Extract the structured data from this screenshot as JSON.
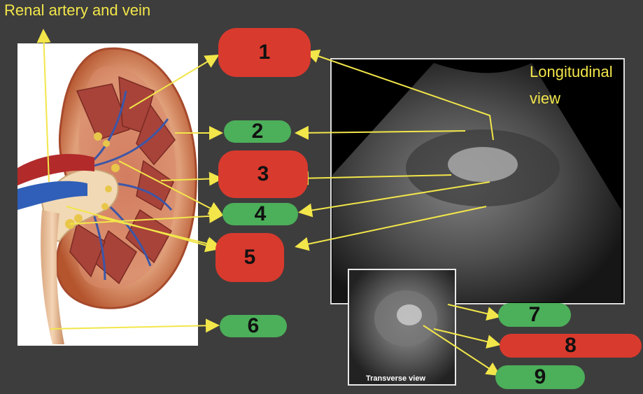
{
  "title": "Renal artery and vein",
  "longitudinal_label_line1": "Longitudinal",
  "longitudinal_label_line2": "view",
  "transverse_label": "Transverse view",
  "labels": [
    "1",
    "2",
    "3",
    "4",
    "5",
    "6",
    "7",
    "8",
    "9"
  ],
  "colors": {
    "background": "#3d3d3d",
    "arrow": "#f2e64a",
    "red_marker": "#d93a2e",
    "green_marker": "#4caf5a"
  }
}
